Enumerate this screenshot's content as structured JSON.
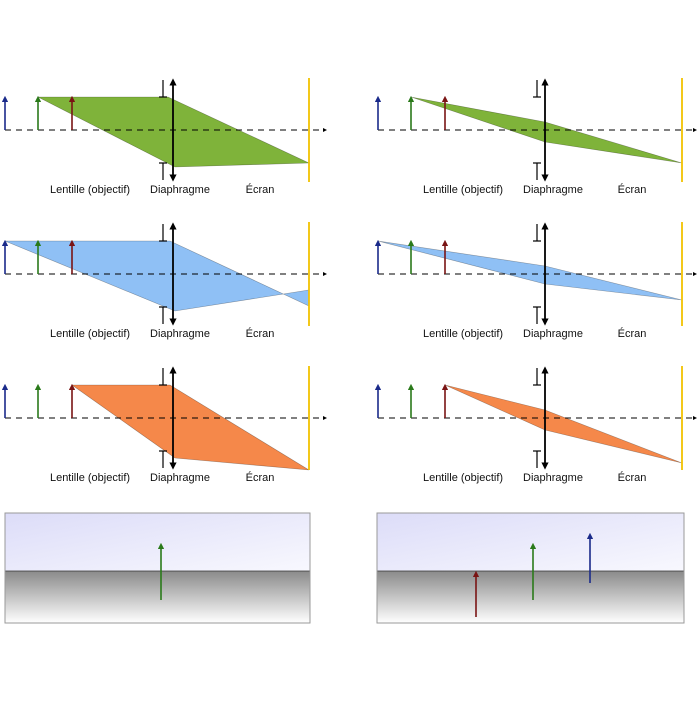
{
  "labels": {
    "lens": "Lentille (objectif)",
    "diaphragm": "Diaphragme",
    "screen": "Écran"
  },
  "colors": {
    "green": "#7fb33a",
    "blue": "#8fc0f5",
    "orange": "#f5884a",
    "screen": "#f2c200",
    "arrow_blue": "#1a2a8a",
    "arrow_green": "#2a7a1a",
    "arrow_red": "#7a1414"
  }
}
